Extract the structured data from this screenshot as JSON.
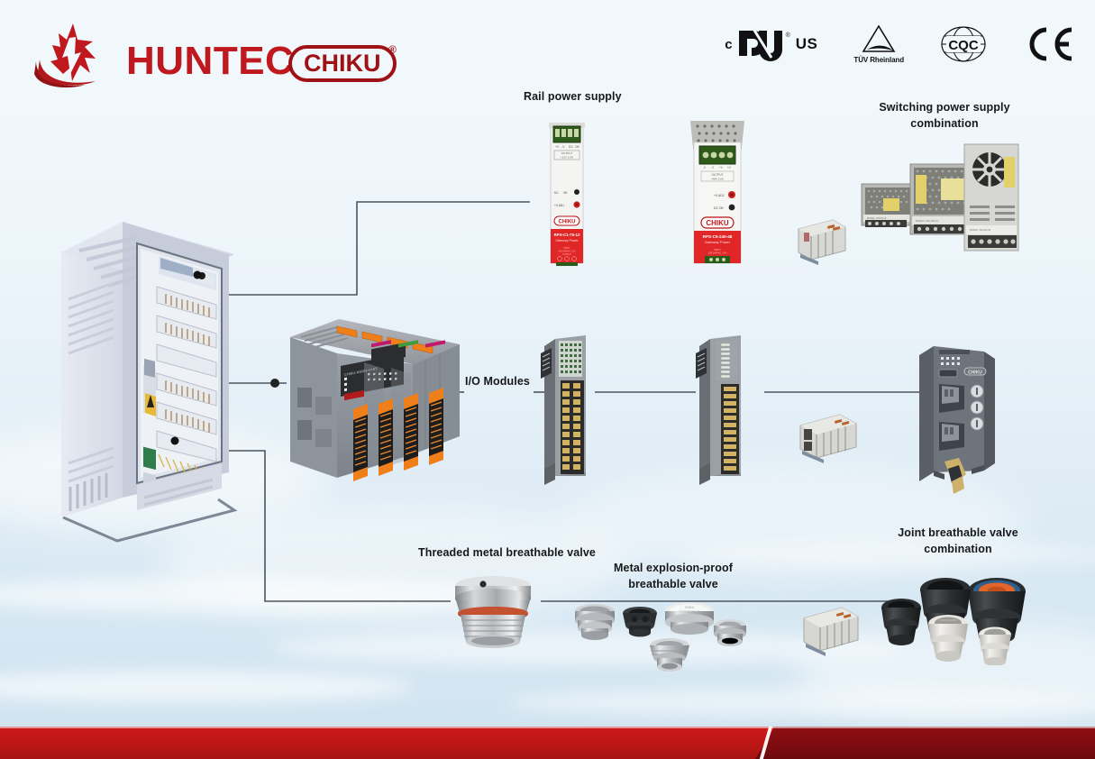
{
  "brand": {
    "name": "HUNTEC",
    "sub_name": "CHIKU",
    "registered_mark": "®",
    "logo_icon": "huntec-flame-logo-icon",
    "primary_color": "#c0181f",
    "secondary_color": "#9e1216"
  },
  "certifications": [
    {
      "id": "cul-us",
      "prefix": "c",
      "mark": "UL",
      "suffix": "US",
      "icon": "cul-us-certification-icon"
    },
    {
      "id": "tuv-rheinland",
      "label": "TÜV Rheinland",
      "reg": "®",
      "icon": "tuv-rheinland-certification-icon"
    },
    {
      "id": "cqc",
      "label": "CQC",
      "icon": "cqc-certification-icon"
    },
    {
      "id": "ce",
      "label": "CE",
      "icon": "ce-certification-icon"
    }
  ],
  "labels": {
    "rail_power_supply": "Rail power supply",
    "switching_power_supply": "Switching power supply\ncombination",
    "io_modules": "I/O Modules",
    "threaded_metal_valve": "Threaded metal breathable valve",
    "metal_explosion_proof_valve": "Metal explosion-proof\nbreathable valve",
    "joint_breathable_valve": "Joint breathable valve\ncombination"
  },
  "devices": {
    "cabinet": {
      "name": "electrical-control-cabinet",
      "type": "enclosure"
    },
    "rail_psu_small": {
      "name": "din-rail-power-supply-small",
      "brand": "CHIKU",
      "model": "RPS-C1-75-12",
      "subtitle": "Gateway Power"
    },
    "rail_psu_large": {
      "name": "din-rail-power-supply-large",
      "brand": "CHIKU",
      "model": "RPS-C5-240-48",
      "subtitle": "Gateway Power"
    },
    "terminal_block_top": {
      "name": "din-rail-terminal-block"
    },
    "switching_psu": {
      "name": "switching-power-supply-combination",
      "count": 3
    },
    "plc": {
      "name": "plc-controller-with-expansion-modules",
      "modules": 4
    },
    "io_module_1": {
      "name": "io-module-analog"
    },
    "io_module_2": {
      "name": "io-module-digital"
    },
    "terminal_block_mid": {
      "name": "din-rail-terminal-block"
    },
    "ethernet_switch": {
      "name": "industrial-ethernet-switch",
      "brand": "CHIKU",
      "ports": 2
    },
    "threaded_valve": {
      "name": "threaded-metal-breathable-valve"
    },
    "explosion_valves": {
      "name": "metal-explosion-proof-breathable-valves",
      "count": 5
    },
    "terminal_block_bottom": {
      "name": "din-rail-terminal-block"
    },
    "cable_glands": {
      "name": "joint-breathable-valve-cable-glands",
      "count": 5
    }
  },
  "footer": {
    "left_color": "#bf1717",
    "right_color": "#7d0c10"
  }
}
